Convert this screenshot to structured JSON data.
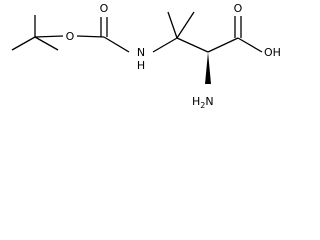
{
  "structure": {
    "atom_labels": {
      "ester_oxygen": "O",
      "carbonyl_oxygen_carbamate": "O",
      "amide_nitrogen_n": "N",
      "amide_nitrogen_h": "H",
      "carbonyl_oxygen_acid": "O",
      "hydroxyl": "OH",
      "amine_h": "H",
      "amine_subscript": "2",
      "amine_n": "N"
    },
    "colors": {
      "bond": "#000000",
      "label": "#000000",
      "background": "#ffffff"
    }
  }
}
